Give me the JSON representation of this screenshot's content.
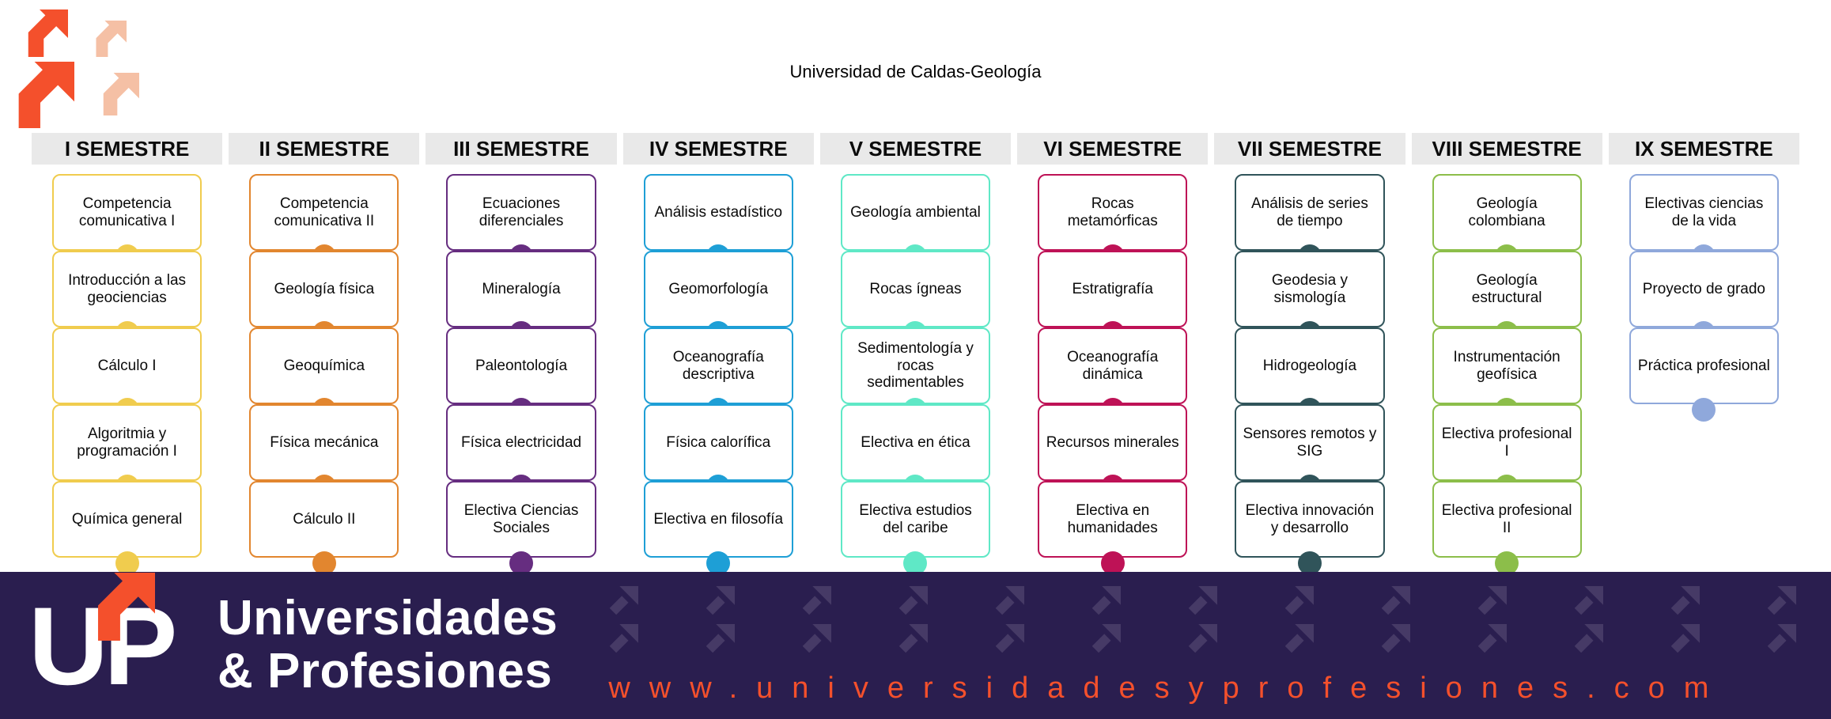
{
  "title": "Universidad de Caldas-Geología",
  "semesters": [
    {
      "label": "I SEMESTRE",
      "color": "#F0CC4E",
      "courses": [
        "Competencia comunicativa I",
        "Introducción a las geociencias",
        "Cálculo I",
        "Algoritmia y programación I",
        "Química general"
      ]
    },
    {
      "label": "II SEMESTRE",
      "color": "#E2862F",
      "courses": [
        "Competencia comunicativa II",
        "Geología física",
        "Geoquímica",
        "Física mecánica",
        "Cálculo II"
      ]
    },
    {
      "label": "III SEMESTRE",
      "color": "#662D80",
      "courses": [
        "Ecuaciones diferenciales",
        "Mineralogía",
        "Paleontología",
        "Física electricidad",
        "Electiva Ciencias Sociales"
      ]
    },
    {
      "label": "IV SEMESTRE",
      "color": "#1E9FD6",
      "courses": [
        "Análisis estadístico",
        "Geomorfología",
        "Oceanografía descriptiva",
        "Física calorífica",
        "Electiva en filosofía"
      ]
    },
    {
      "label": "V SEMESTRE",
      "color": "#5FE8C6",
      "courses": [
        "Geología ambiental",
        "Rocas ígneas",
        "Sedimentología y rocas sedimentables",
        "Electiva en ética",
        "Electiva estudios del caribe"
      ]
    },
    {
      "label": "VI SEMESTRE",
      "color": "#BE1256",
      "courses": [
        "Rocas metamórficas",
        "Estratigrafía",
        "Oceanografía dinámica",
        "Recursos minerales",
        "Electiva en humanidades"
      ]
    },
    {
      "label": "VII SEMESTRE",
      "color": "#30545A",
      "courses": [
        "Análisis de series de tiempo",
        "Geodesia y sismología",
        "Hidrogeología",
        "Sensores remotos y SIG",
        "Electiva innovación y desarrollo"
      ]
    },
    {
      "label": "VIII SEMESTRE",
      "color": "#8CBE4A",
      "courses": [
        "Geología colombiana",
        "Geología estructural",
        "Instrumentación geofísica",
        "Electiva profesional I",
        "Electiva profesional II"
      ]
    },
    {
      "label": "IX SEMESTRE",
      "color": "#8FA8DB",
      "courses": [
        "Electivas ciencias de la vida",
        "Proyecto de grado",
        "Práctica profesional"
      ]
    }
  ],
  "footer": {
    "logo_u": "U",
    "logo_p": "P",
    "brand_line1": "Universidades",
    "brand_line2": "& Profesiones",
    "website": "www.universidadesyprofesiones.com"
  },
  "colors": {
    "coral": "#F4502C",
    "peach": "#F5C0A5",
    "footer_background": "#2A1E4F",
    "header_background": "#E9E9E9",
    "footer_arrow": "#463A66"
  }
}
